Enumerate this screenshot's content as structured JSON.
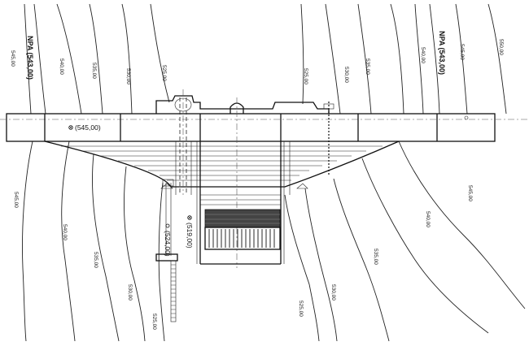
{
  "water_level": {
    "left": "NPA (543,00)",
    "right": "NPA (543,00)"
  },
  "contours_top": [
    "545,00",
    "540,00",
    "535,00",
    "530,00",
    "525,00",
    "525,00",
    "530,00",
    "535,00",
    "540,00",
    "545,00",
    "550,00"
  ],
  "contours_bottom_left": [
    "545,00",
    "540,00",
    "535,00",
    "530,00",
    "525,00"
  ],
  "contours_bottom_right": [
    "525,00",
    "530,00",
    "535,00",
    "540,00",
    "545,00"
  ],
  "spot_elevations": {
    "crest": "(545,00)",
    "spillway": "(519,00)",
    "outlet": "(524,00)"
  }
}
